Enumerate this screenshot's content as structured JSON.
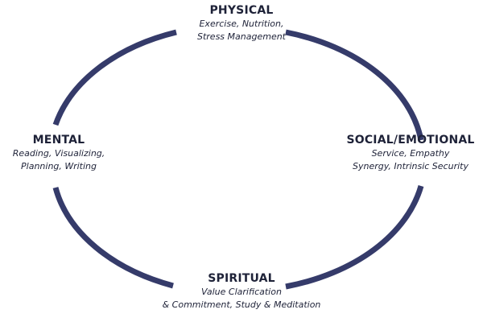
{
  "diagram": {
    "colors": {
      "ring": "#353b6a",
      "text": "#1e2238",
      "background": "#ffffff"
    },
    "nodes": {
      "physical": {
        "title": "PHYSICAL",
        "lines": [
          "Exercise, Nutrition,",
          "Stress Management"
        ]
      },
      "mental": {
        "title": "MENTAL",
        "lines": [
          "Reading, Visualizing,",
          "Planning, Writing"
        ]
      },
      "social": {
        "title": "SOCIAL/EMOTIONAL",
        "lines": [
          "Service, Empathy",
          "Synergy, Intrinsic Security"
        ]
      },
      "spiritual": {
        "title": "SPIRITUAL",
        "lines": [
          "Value Clarification",
          "& Commitment, Study & Meditation"
        ]
      }
    }
  }
}
